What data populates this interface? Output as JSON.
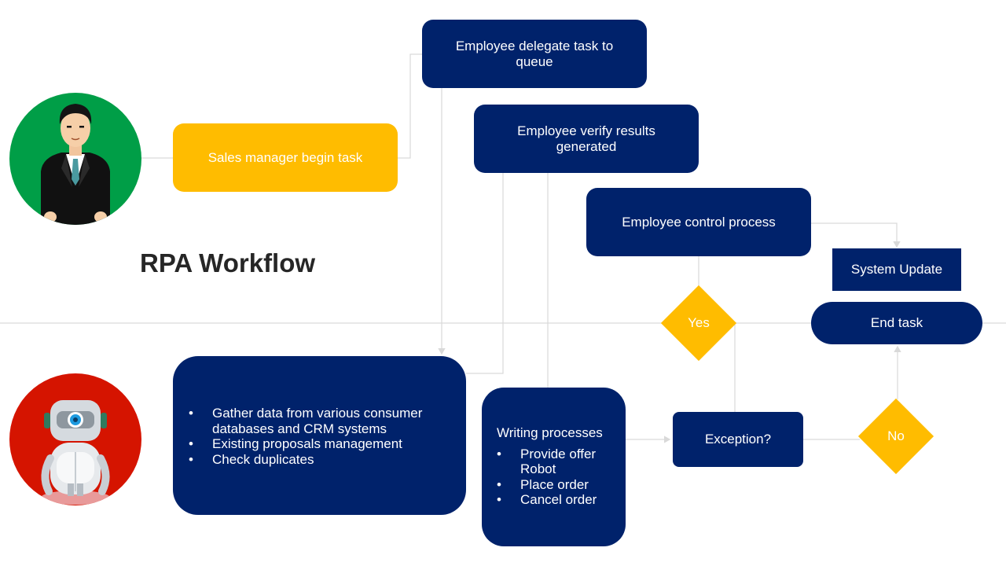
{
  "title": "RPA Workflow",
  "colors": {
    "navy": "#00226b",
    "amber": "#ffbc00",
    "green": "#009e47",
    "red": "#d51400",
    "connector": "#d9d9d9"
  },
  "icons": {
    "manager": "businessman-icon",
    "robot": "robot-icon"
  },
  "steps": {
    "sales_manager": "Sales manager begin task",
    "delegate": "Employee delegate task to queue",
    "verify": "Employee verify results generated",
    "control": "Employee control process",
    "system_update": "System Update",
    "end_task": "End task",
    "exception": "Exception?"
  },
  "decisions": {
    "yes": "Yes",
    "no": "No"
  },
  "robot_tasks": [
    "Gather data from various consumer databases and CRM systems",
    "Existing proposals management",
    "Check duplicates"
  ],
  "writing": {
    "heading": "Writing processes",
    "items": [
      "Provide offer Robot",
      "Place order",
      "Cancel order"
    ]
  }
}
